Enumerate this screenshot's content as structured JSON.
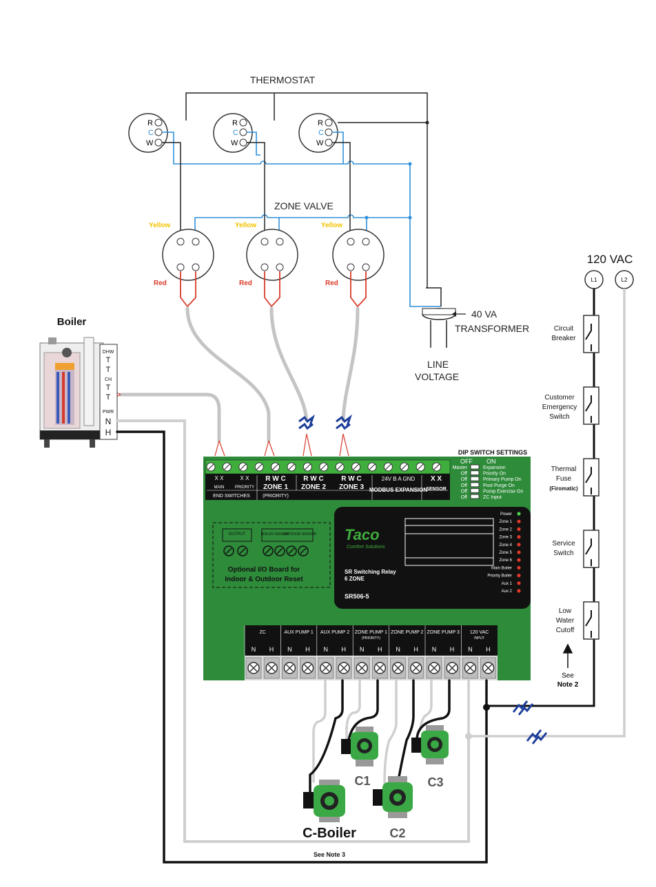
{
  "labels": {
    "thermostat": "THERMOSTAT",
    "zone_valve": "ZONE VALVE",
    "transformer_va": "40 VA",
    "transformer": "TRANSFORMER",
    "line1": "LINE",
    "line2": "VOLTAGE",
    "boiler": "Boiler",
    "vac": "120 VAC",
    "l1": "L1",
    "l2": "L2",
    "yellow": "Yellow",
    "red": "Red",
    "see_note2_a": "See",
    "see_note2_b": "Note 2",
    "see_note3": "See Note 3"
  },
  "thermostat_terminals": [
    "R",
    "C",
    "W"
  ],
  "boiler_terminals": [
    "DHW",
    "T",
    "T",
    "CH",
    "T",
    "T",
    "PWR",
    "N",
    "H"
  ],
  "safety_switches": [
    {
      "line1": "Circuit",
      "line2": "Breaker",
      "line3": ""
    },
    {
      "line1": "Customer",
      "line2": "Emergency",
      "line3": "Switch"
    },
    {
      "line1": "Thermal",
      "line2": "Fuse",
      "line3": "(Firomatic)"
    },
    {
      "line1": "Service",
      "line2": "Switch",
      "line3": ""
    },
    {
      "line1": "Low",
      "line2": "Water",
      "line3": "Cutoff"
    }
  ],
  "panel": {
    "top_terminals": [
      {
        "label": "X  X",
        "sub": "MAIN"
      },
      {
        "label": "X  X",
        "sub": "PRIORITY"
      },
      {
        "label": "R W C",
        "sub": "ZONE 1"
      },
      {
        "label": "R W C",
        "sub": "ZONE 2"
      },
      {
        "label": "R W C",
        "sub": "ZONE 3"
      },
      {
        "label": "24V B A GND",
        "sub": "MODBUS EXPANSION"
      },
      {
        "label": "X  X",
        "sub": "SENSOR"
      }
    ],
    "end_switches": "END SWITCHES",
    "priority": "(PRIORITY)",
    "dip_title": "DIP SWITCH SETTINGS",
    "dip_off": "OFF",
    "dip_on": "ON",
    "dip_rows": [
      {
        "off": "Master",
        "on": "Expansion"
      },
      {
        "off": "Off",
        "on": "Priority On"
      },
      {
        "off": "Off",
        "on": "Primary Pump On"
      },
      {
        "off": "Off",
        "on": "Post Purge On"
      },
      {
        "off": "Off",
        "on": "Pump Exercise On"
      },
      {
        "off": "Off",
        "on": "ZC Input"
      }
    ],
    "brand": "Taco",
    "brand_sub": "Comfort Solutions",
    "product_line1": "SR Switching Relay",
    "product_line2": "6 ZONE",
    "model": "SR506-5",
    "leds": [
      "Power",
      "Zone 1",
      "Zone 2",
      "Zone 3",
      "Zone 4",
      "Zone 5",
      "Zone 6",
      "Main Boiler",
      "Priority Boiler",
      "Aux 1",
      "Aux 2"
    ],
    "io_output": "OUTPUT",
    "io_boiler_sensor": "BOILER SENSOR",
    "io_outdoor_sensor": "OUTDOOR SENSOR",
    "io_line1": "Optional I/O Board for",
    "io_line2": "Indoor & Outdoor Reset",
    "bottom_groups": [
      {
        "label": "ZC",
        "sub": ""
      },
      {
        "label": "AUX PUMP 1",
        "sub": ""
      },
      {
        "label": "AUX PUMP 2",
        "sub": ""
      },
      {
        "label": "ZONE PUMP 1",
        "sub": "(PRIORITY)"
      },
      {
        "label": "ZONE PUMP 2",
        "sub": ""
      },
      {
        "label": "ZONE PUMP 3",
        "sub": ""
      },
      {
        "label": "120 VAC",
        "sub": "INPUT"
      }
    ],
    "nh": [
      "N",
      "H"
    ]
  },
  "pumps": [
    "C-Boiler",
    "C1",
    "C2",
    "C3"
  ],
  "colors": {
    "panel_green": "#2e8b3a",
    "blue_wire": "#2f8fd8",
    "red_wire": "#d73a2a",
    "yellow_label": "#f2c200",
    "gray_wire": "#c8c8c8",
    "pump_green": "#3aa845"
  }
}
